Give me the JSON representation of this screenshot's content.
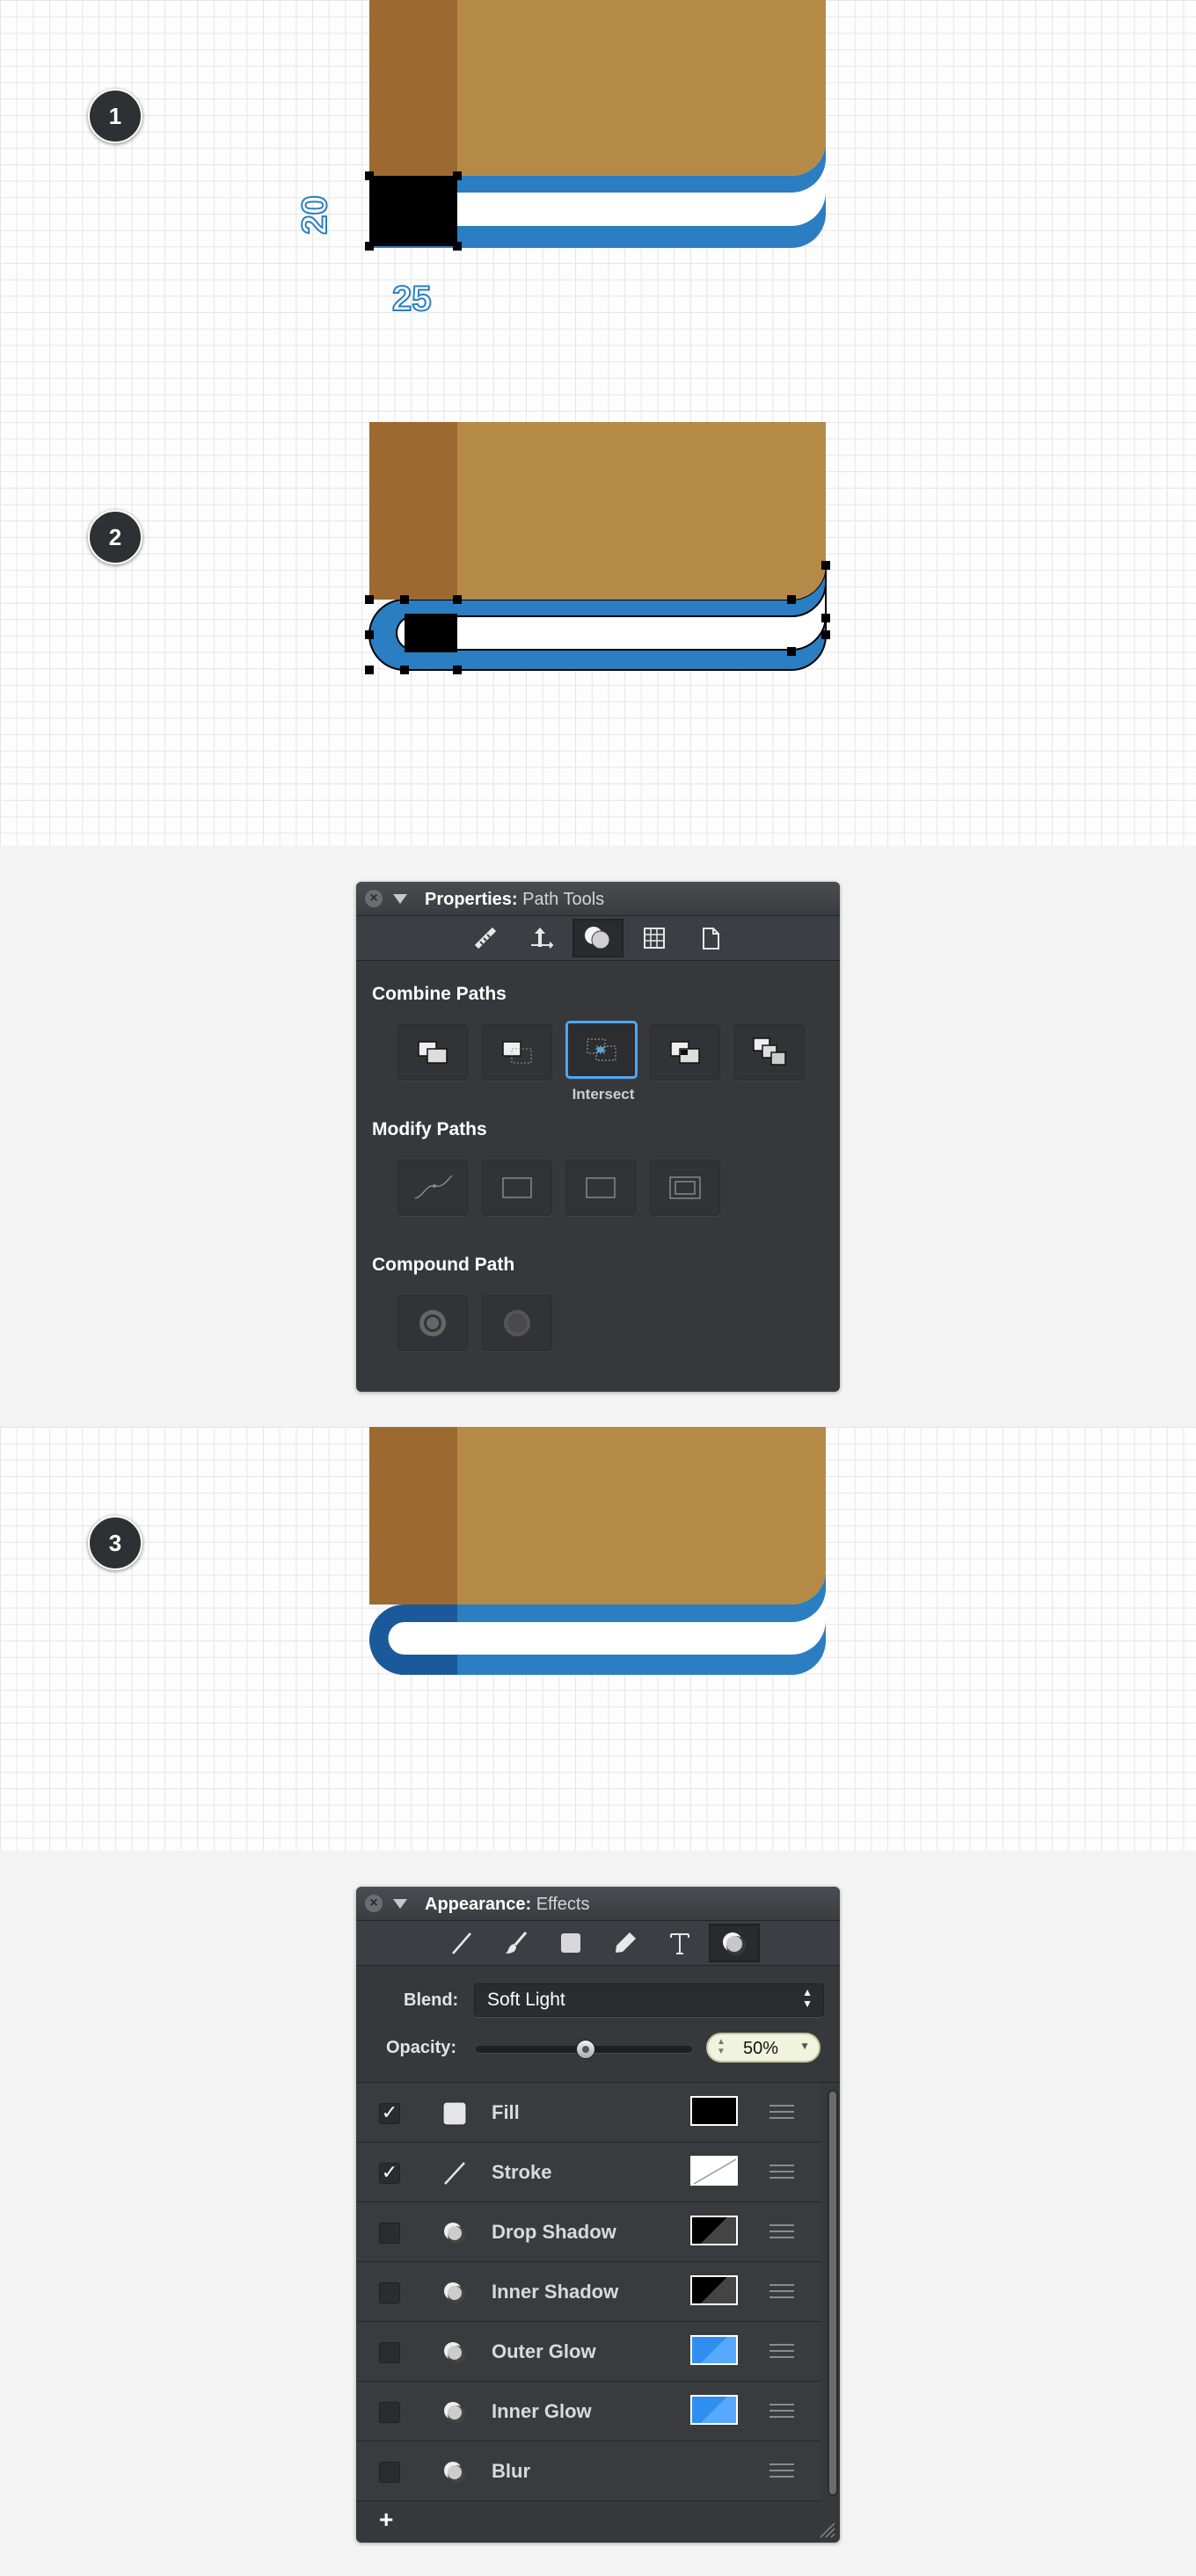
{
  "steps": [
    {
      "number": "1"
    },
    {
      "number": "2"
    },
    {
      "number": "3"
    }
  ],
  "dimensions": {
    "height_label": "20",
    "width_label": "25"
  },
  "colors": {
    "book_cover": "#b48a46",
    "book_spine": "#9c6a30",
    "page_band_blue": "#2a7ec1",
    "page_band_dark_blue": "#1a5a9a",
    "selection_blue": "#4fa7f1"
  },
  "properties_panel": {
    "title": "Properties:",
    "subtitle": "Path Tools",
    "tabs": [
      "ruler-icon",
      "move-icon",
      "path-combine-icon",
      "grid-icon",
      "document-icon"
    ],
    "combine_label": "Combine Paths",
    "combine_selected_caption": "Intersect",
    "modify_label": "Modify Paths",
    "compound_label": "Compound Path"
  },
  "appearance_panel": {
    "title": "Appearance:",
    "subtitle": "Effects",
    "tabs": [
      "line-icon",
      "brush-icon",
      "shape-icon",
      "pen-icon",
      "text-icon",
      "effects-icon"
    ],
    "blend_label": "Blend:",
    "blend_value": "Soft Light",
    "opacity_label": "Opacity:",
    "opacity_value": "50%",
    "opacity_fraction": 0.5,
    "effects": [
      {
        "label": "Fill",
        "checked": true,
        "swatch": "#000000",
        "icon": "fill-icon"
      },
      {
        "label": "Stroke",
        "checked": true,
        "swatch": "stroke",
        "icon": "stroke-icon"
      },
      {
        "label": "Drop Shadow",
        "checked": false,
        "swatch": "shadow",
        "icon": "effect-icon"
      },
      {
        "label": "Inner Shadow",
        "checked": false,
        "swatch": "shadow",
        "icon": "effect-icon"
      },
      {
        "label": "Outer Glow",
        "checked": false,
        "swatch": "#2f8ff0",
        "icon": "effect-icon"
      },
      {
        "label": "Inner Glow",
        "checked": false,
        "swatch": "#2f8ff0",
        "icon": "effect-icon"
      },
      {
        "label": "Blur",
        "checked": false,
        "swatch": "",
        "icon": "effect-icon"
      }
    ],
    "add_label": "+"
  }
}
